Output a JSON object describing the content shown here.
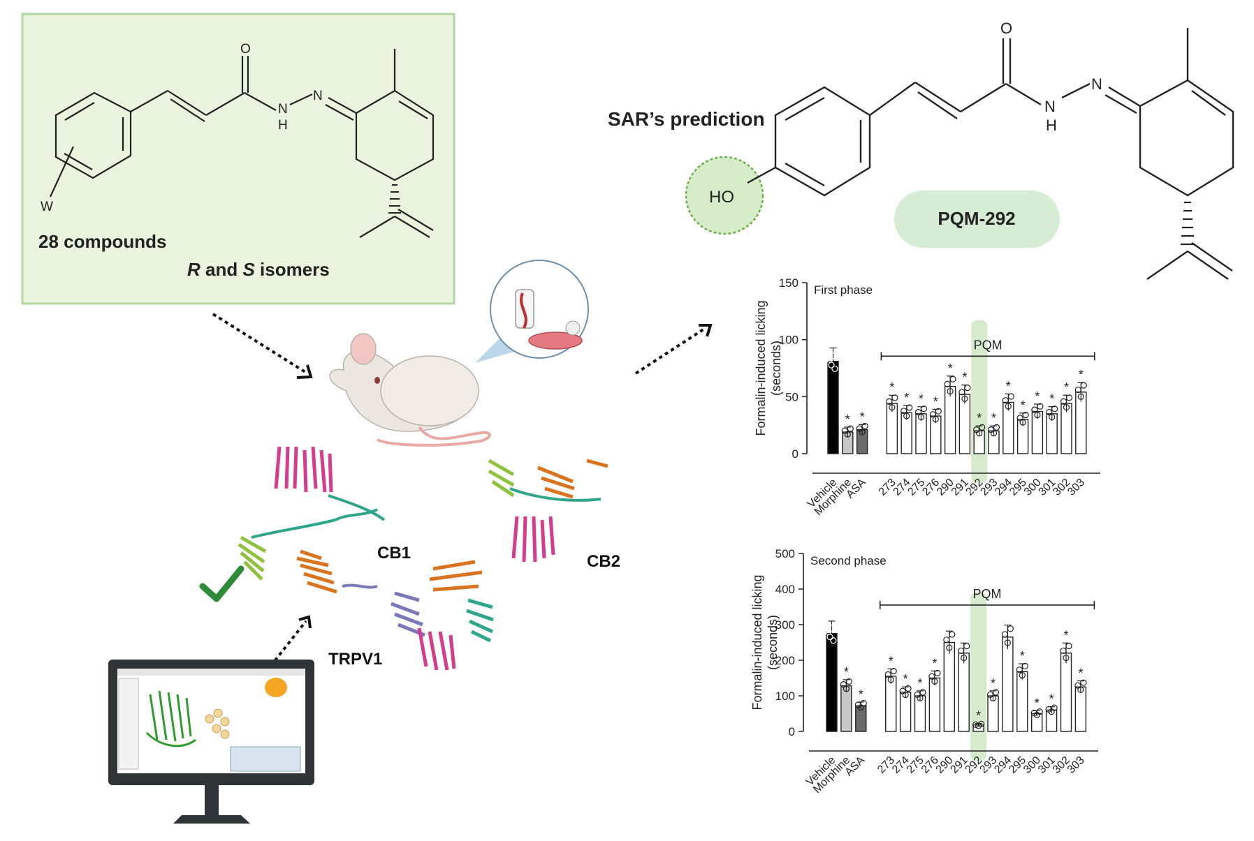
{
  "left_panel": {
    "substituent_label": "W",
    "atom_O": "O",
    "atom_N": "N",
    "atom_NH_N": "N",
    "atom_NH_H": "H",
    "compounds_label": "28 compounds",
    "isomers_R": "R",
    "isomers_and": " and ",
    "isomers_S": "S",
    "isomers_word": " isomers"
  },
  "right_molecule": {
    "sar_label": "SAR’s prediction",
    "ho_label": "HO",
    "atom_O": "O",
    "atom_N": "N",
    "atom_NH_N": "N",
    "atom_NH_H": "H",
    "compound_name": "PQM-292"
  },
  "targets": {
    "cb1": "CB1",
    "cb2": "CB2",
    "trpv1": "TRPV1"
  },
  "colors": {
    "panel_bg": "#eaf3de",
    "panel_border": "#b5d5a4",
    "highlight": "#cfe6c6",
    "check": "#2e8b3a",
    "vehicle_bar": "#000000",
    "morphine_bar": "#c8c8c8",
    "asa_bar": "#6b6b6b",
    "pqm_bar": "#ffffff",
    "protein_pink": "#d63c8c",
    "protein_orange": "#d9731e",
    "protein_green": "#8fc23c",
    "protein_teal": "#2fa58c",
    "protein_purple": "#7a78b8"
  },
  "icons": [
    "mouse-icon",
    "formalin-paw-inset-icon",
    "computer-monitor-icon",
    "checkmark-icon",
    "protein-structure-icon"
  ],
  "chart_data": [
    {
      "type": "bar",
      "title": "First phase",
      "ylabel": "Formalin-induced licking (seconds)",
      "ylabel_line1": "Formalin-induced licking",
      "ylabel_line2": "(seconds)",
      "ylim": [
        0,
        150
      ],
      "yticks": [
        "0",
        "50",
        "100",
        "150"
      ],
      "group_label": "PQM",
      "categories": [
        "Vehicle",
        "Morphine",
        "ASA",
        "273",
        "274",
        "275",
        "276",
        "290",
        "291",
        "292",
        "293",
        "294",
        "295",
        "300",
        "301",
        "302",
        "303"
      ],
      "values": [
        81,
        19,
        21,
        44,
        36,
        35,
        33,
        59,
        52,
        20,
        20,
        45,
        30,
        37,
        35,
        44,
        54
      ],
      "significant": [
        false,
        true,
        true,
        true,
        true,
        true,
        true,
        true,
        true,
        true,
        true,
        true,
        true,
        true,
        true,
        true,
        true
      ],
      "highlighted_category": "292"
    },
    {
      "type": "bar",
      "title": "Second phase",
      "ylabel": "Formalin-induced licking (seconds)",
      "ylabel_line1": "Formalin-induced licking",
      "ylabel_line2": "(seconds)",
      "ylim": [
        0,
        500
      ],
      "yticks": [
        "0",
        "100",
        "200",
        "300",
        "400",
        "500"
      ],
      "group_label": "PQM",
      "categories": [
        "Vehicle",
        "Morphine",
        "ASA",
        "273",
        "274",
        "275",
        "276",
        "290",
        "291",
        "292",
        "293",
        "294",
        "295",
        "300",
        "301",
        "302",
        "303"
      ],
      "values": [
        275,
        128,
        72,
        155,
        110,
        100,
        150,
        250,
        220,
        18,
        100,
        265,
        168,
        50,
        60,
        220,
        125
      ],
      "significant": [
        false,
        true,
        true,
        true,
        true,
        true,
        true,
        false,
        false,
        true,
        true,
        false,
        true,
        true,
        true,
        true,
        true
      ],
      "highlighted_category": "292"
    }
  ]
}
